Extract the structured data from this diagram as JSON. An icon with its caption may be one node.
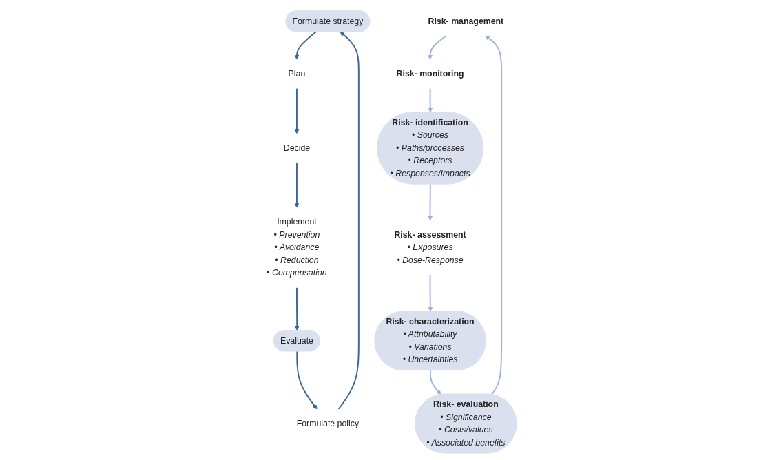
{
  "diagram": {
    "nodes": [
      {
        "text": [
          "Formulate strategy"
        ]
      },
      {
        "text": [
          "Plan"
        ]
      },
      {
        "text": [
          "Decide"
        ]
      },
      {
        "text": [
          "Implement",
          "• Prevention",
          "• Avoidance",
          "• Reduction",
          "• Compensation"
        ]
      },
      {
        "text": [
          "Evaluate"
        ]
      },
      {
        "text": [
          "Formulate policy"
        ]
      },
      {
        "text": [
          "Risk- management"
        ]
      },
      {
        "text": [
          "Risk- monitoring"
        ]
      },
      {
        "text": [
          "Risk- identification",
          "• Sources",
          "• Paths/processes",
          "• Receptors",
          "• Responses/Impacts"
        ]
      },
      {
        "text": [
          "Risk- assessment",
          "• Exposures",
          "• Dose-Response"
        ]
      },
      {
        "text": [
          "Risk- characterization",
          "• Attributability",
          "• Variations",
          "• Uncertainties"
        ]
      },
      {
        "text": [
          "Risk- evaluation",
          "• Significance",
          "• Costs/values",
          "• Associated benefits"
        ]
      }
    ],
    "edges": [
      {
        "from": 5,
        "to": 0,
        "arrow": "to",
        "color": "#3a6698"
      },
      {
        "from": 0,
        "to": 1,
        "arrow": "to",
        "color": "#3a6698"
      },
      {
        "from": 1,
        "to": 2,
        "arrow": "to",
        "color": "#3a6698"
      },
      {
        "from": 2,
        "to": 3,
        "arrow": "to",
        "color": "#3a6698"
      },
      {
        "from": 3,
        "to": 4,
        "arrow": "to",
        "color": "#3a6698"
      },
      {
        "from": 4,
        "to": 5,
        "arrow": "to",
        "color": "#3a6698"
      },
      {
        "from": 6,
        "to": 7,
        "arrow": "to",
        "color": "#9fb1d6"
      },
      {
        "from": 7,
        "to": 8,
        "arrow": "to",
        "color": "#9fb1d6"
      },
      {
        "from": 8,
        "to": 9,
        "arrow": "to",
        "color": "#9fb1d6"
      },
      {
        "from": 9,
        "to": 10,
        "arrow": "to",
        "color": "#9fb1d6"
      },
      {
        "from": 10,
        "to": 11,
        "arrow": "to",
        "color": "#9fb1d6"
      },
      {
        "from": 11,
        "to": 6,
        "arrow": "to",
        "color": "#9fb1d6"
      }
    ]
  }
}
